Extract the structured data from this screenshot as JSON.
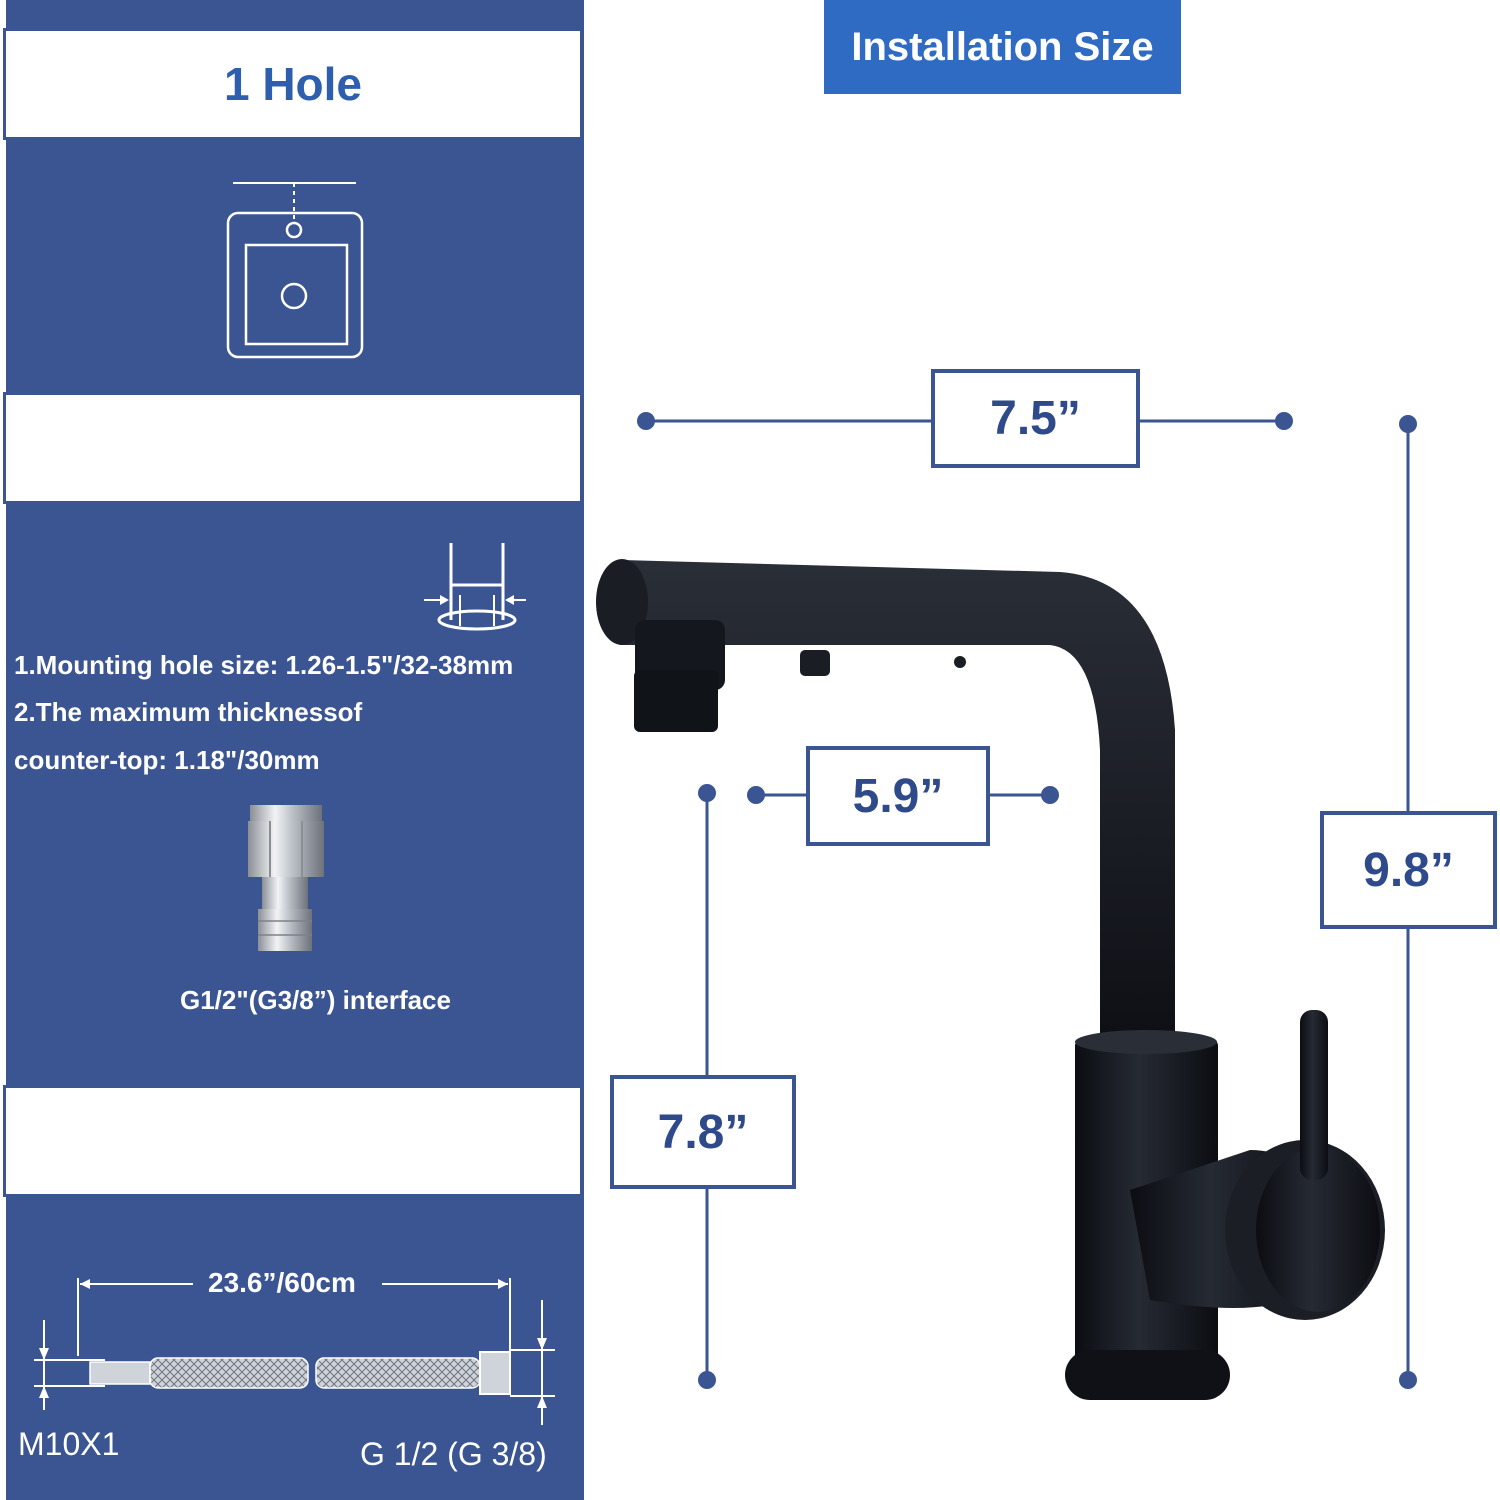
{
  "header": {
    "badge": "Installation Size"
  },
  "left_panel": {
    "title": "1 Hole",
    "specs": {
      "line1": "1.Mounting hole size: 1.26-1.5\"/32-38mm",
      "line2": "2.The maximum thicknessof",
      "line3": "counter-top: 1.18\"/30mm"
    },
    "interface_label": "G1/2\"(G3/8”) interface",
    "hose": {
      "length_label": "23.6”/60cm",
      "left_end_label": "M10X1",
      "right_end_label": "G 1/2 (G 3/8)"
    }
  },
  "dimensions": {
    "spout_reach": "7.5”",
    "aerator_reach": "5.9”",
    "spout_height": "7.8”",
    "total_height": "9.8”"
  },
  "colors": {
    "panel_blue": "#3a5591",
    "badge_blue": "#2f6bc3",
    "title_blue": "#2e5fae",
    "dimension_navy": "#2e4a8a",
    "faucet_black": "#141820"
  },
  "icons": [
    "sink-one-hole-icon",
    "mounting-hole-icon",
    "hose-connector-icon",
    "braided-hose-icon",
    "faucet-product"
  ]
}
